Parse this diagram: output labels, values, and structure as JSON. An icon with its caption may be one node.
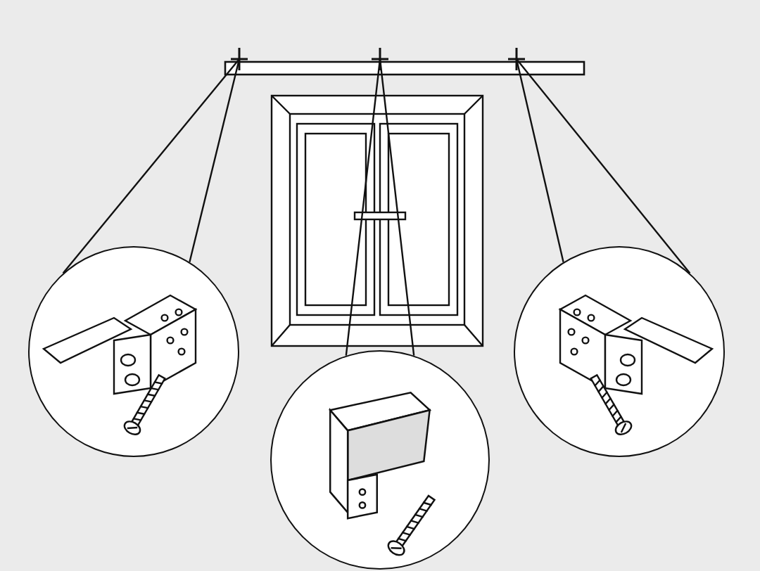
{
  "diagram": {
    "nodes": [
      {
        "text": [],
        "shape": "circle"
      },
      {
        "text": [],
        "shape": "circle"
      },
      {
        "text": [],
        "shape": "circle"
      }
    ],
    "edges": [
      {
        "from": null,
        "to": 0,
        "arrow": "none"
      },
      {
        "from": null,
        "to": 1,
        "arrow": "none"
      },
      {
        "from": null,
        "to": 2,
        "arrow": "none"
      }
    ]
  }
}
